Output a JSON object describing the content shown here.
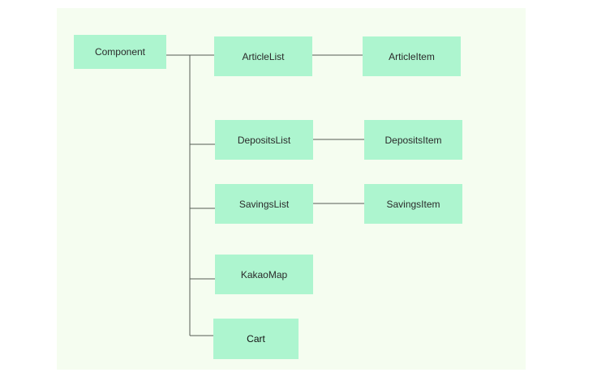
{
  "diagram": {
    "root": {
      "label": "Component"
    },
    "children": [
      {
        "label": "ArticleList",
        "child": {
          "label": "ArticleItem"
        }
      },
      {
        "label": "DepositsList",
        "child": {
          "label": "DepositsItem"
        }
      },
      {
        "label": "SavingsList",
        "child": {
          "label": "SavingsItem"
        }
      },
      {
        "label": "KakaoMap"
      },
      {
        "label": "Cart"
      }
    ]
  },
  "colors": {
    "node_fill": "#adf5cf",
    "canvas_bg": "#f5fdf0",
    "connector": "#555a55"
  }
}
